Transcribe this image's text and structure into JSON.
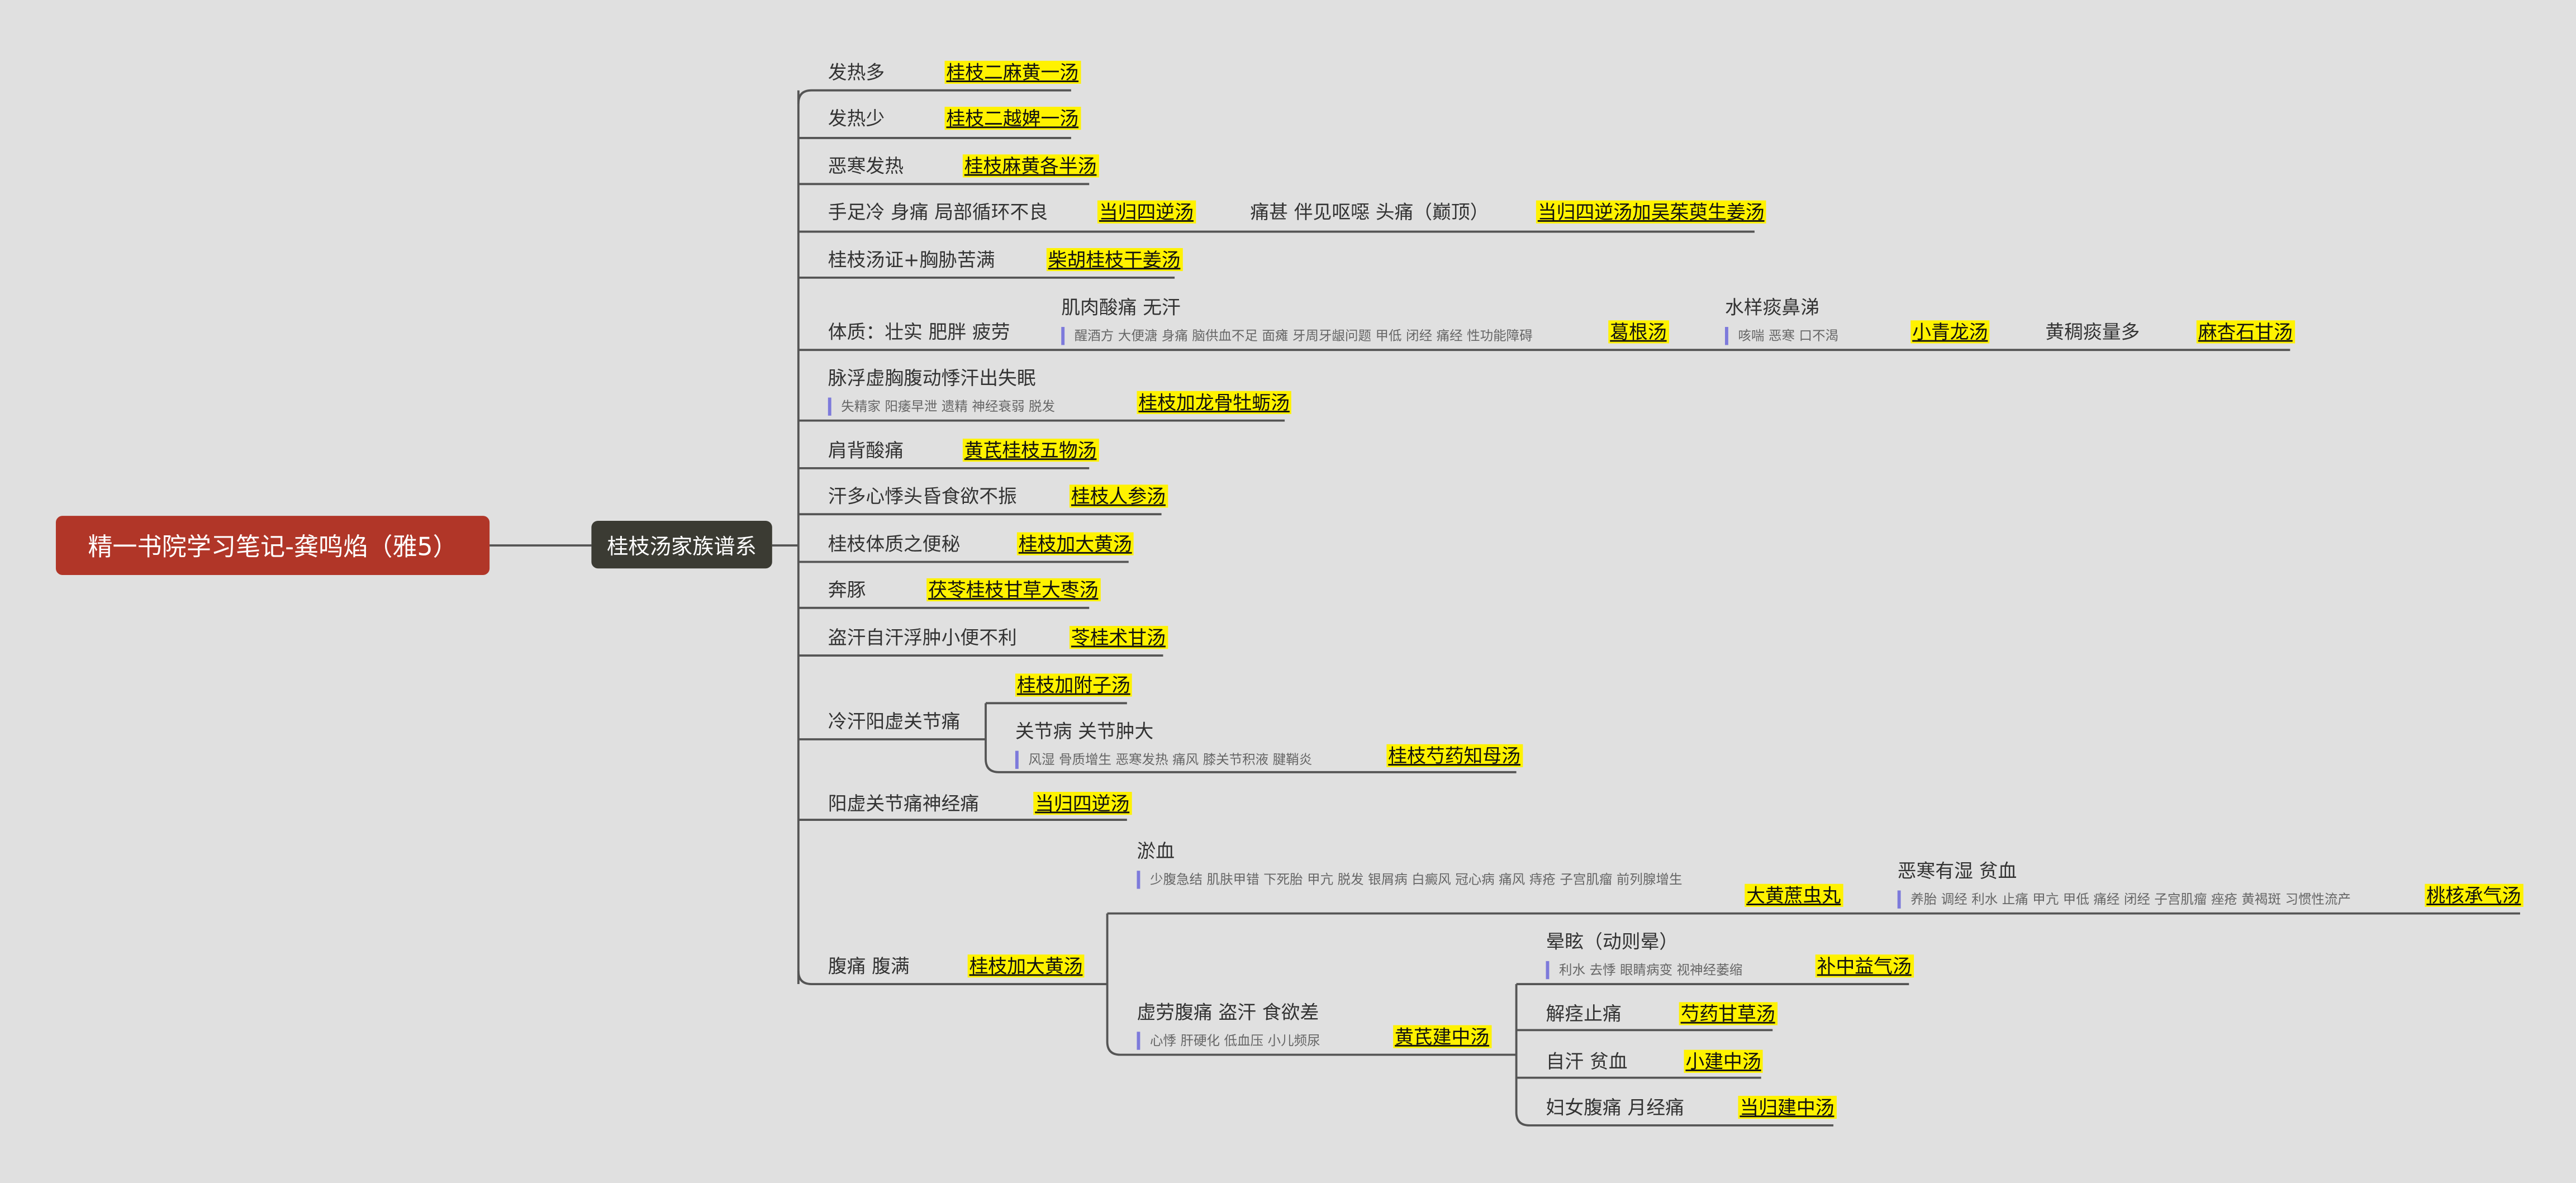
{
  "root": "精一书院学习笔记-龚鸣焰（雅5）",
  "main": "桂枝汤家族谱系",
  "colors": {
    "root_bg": "#b13628",
    "main_bg": "#3b3b33",
    "highlight": "#fff200",
    "note_bar": "#7d7adb",
    "background": "#e0e0e0"
  },
  "b1": {
    "label": "发热多",
    "formula": "桂枝二麻黄一汤"
  },
  "b2": {
    "label": "发热少",
    "formula": "桂枝二越婢一汤"
  },
  "b3": {
    "label": "恶寒发热",
    "formula": "桂枝麻黄各半汤"
  },
  "b4": {
    "label": "手足冷 身痛 局部循环不良",
    "formula": "当归四逆汤",
    "sub_label": "痛甚 伴见呕噁 头痛（巅顶）",
    "sub_formula": "当归四逆汤加吴茱萸生姜汤"
  },
  "b5": {
    "label": "桂枝汤证+胸胁苦满",
    "formula": "柴胡桂枝干姜汤"
  },
  "b6": {
    "label": "体质：壮实 肥胖 疲劳",
    "s1_label": "肌肉酸痛 无汗",
    "s1_note": "醒酒方 大便溏 身痛 脑供血不足 面瘫 牙周牙龈问题 甲低 闭经 痛经 性功能障碍",
    "s1_formula": "葛根汤",
    "s2_label": "水样痰鼻涕",
    "s2_note": "咳喘 恶寒 口不渴",
    "s2_formula": "小青龙汤",
    "s3_label": "黄稠痰量多",
    "s3_formula": "麻杏石甘汤"
  },
  "b7": {
    "label": "脉浮虚胸腹动悸汗出失眠",
    "note": "失精家 阳痿早泄 遗精 神经衰弱 脱发",
    "formula": "桂枝加龙骨牡蛎汤"
  },
  "b8": {
    "label": "肩背酸痛",
    "formula": "黄芪桂枝五物汤"
  },
  "b9": {
    "label": "汗多心悸头昏食欲不振",
    "formula": "桂枝人参汤"
  },
  "b10": {
    "label": "桂枝体质之便秘",
    "formula": "桂枝加大黄汤"
  },
  "b11": {
    "label": "奔豚",
    "formula": "茯苓桂枝甘草大枣汤"
  },
  "b12": {
    "label": "盗汗自汗浮肿小便不利",
    "formula": "苓桂术甘汤"
  },
  "b13": {
    "label": "冷汗阳虚关节痛",
    "formula1": "桂枝加附子汤",
    "sub_label": "关节病 关节肿大",
    "sub_note": "风湿 骨质增生 恶寒发热 痛风 膝关节积液 腱鞘炎",
    "sub_formula": "桂枝芍药知母汤"
  },
  "b14": {
    "label": "阳虚关节痛神经痛",
    "formula": "当归四逆汤"
  },
  "b15": {
    "label": "腹痛 腹满",
    "formula": "桂枝加大黄汤",
    "s1_label": "淤血",
    "s1_note": "少腹急结 肌肤甲错 下死胎 甲亢 脱发 银屑病 白癜风 冠心病 痛风 痔疮 子宫肌瘤 前列腺增生",
    "s1_formula": "大黄蔗虫丸",
    "s1b_label": "恶寒有湿 贫血",
    "s1b_note": "养胎 调经 利水 止痛 甲亢 甲低 痛经 闭经 子宫肌瘤 痤疮 黄褐斑 习惯性流产",
    "s1b_formula": "桃核承气汤",
    "s2_label": "虚劳腹痛 盗汗 食欲差",
    "s2_note": "心悸 肝硬化 低血压 小儿频尿",
    "s2_formula": "黄芪建中汤",
    "c1_label": "晕眩（动则晕）",
    "c1_note": "利水 去悸 眼睛病变 视神经萎缩",
    "c1_formula": "补中益气汤",
    "c2_label": "解痉止痛",
    "c2_formula": "芍药甘草汤",
    "c3_label": "自汗 贫血",
    "c3_formula": "小建中汤",
    "c4_label": "妇女腹痛 月经痛",
    "c4_formula": "当归建中汤"
  }
}
